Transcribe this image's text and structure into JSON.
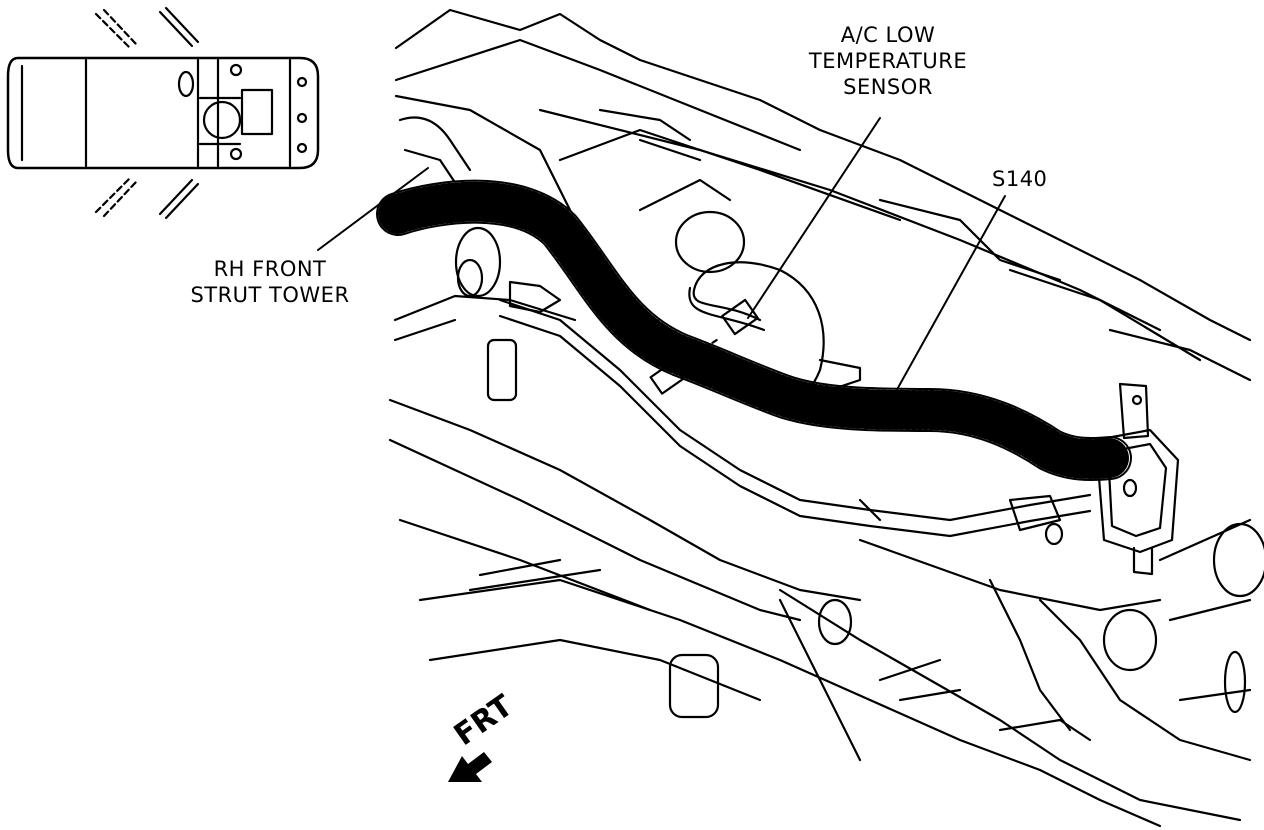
{
  "labels": {
    "ac_sensor_line1": "A/C LOW",
    "ac_sensor_line2": "TEMPERATURE",
    "ac_sensor_line3": "SENSOR",
    "splice": "S140",
    "strut_line1": "RH FRONT",
    "strut_line2": "STRUT TOWER",
    "front": "FRT"
  },
  "icons": [
    "vehicle-locator-icon",
    "front-direction-arrow-icon"
  ],
  "colors": {
    "ink": "#000000",
    "paper": "#ffffff"
  }
}
